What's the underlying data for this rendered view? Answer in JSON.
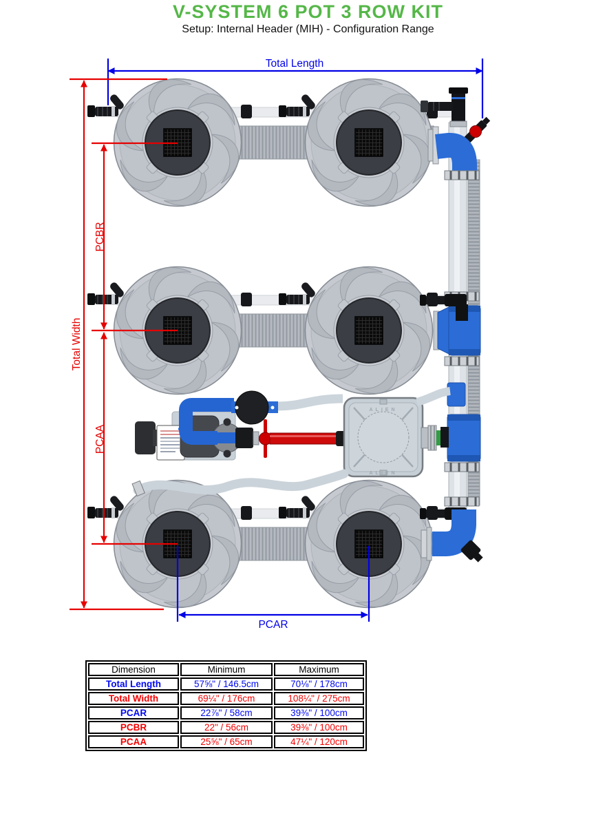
{
  "header": {
    "title": "V-SYSTEM 6 POT 3 ROW KIT",
    "subtitle": "Setup: Internal Header (MIH) - Configuration Range",
    "title_color": "#55b748"
  },
  "diagram": {
    "labels": {
      "total_length": "Total Length",
      "total_width": "Total Width",
      "pcbr": "PCBR",
      "pcaa": "PCAA",
      "pcar": "PCAR"
    },
    "tank_label": "ALIEN",
    "colors": {
      "dimension_blue": "#0000e6",
      "dimension_red": "#e60000",
      "pipe_blue": "#2b6cd6",
      "pipe_red": "#ce0a0a"
    }
  },
  "table": {
    "columns": [
      "Dimension",
      "Minimum",
      "Maximum"
    ],
    "rows": [
      {
        "dimension": "Total Length",
        "minimum": "57⅝\" / 146.5cm",
        "maximum": "70⅛\" / 178cm",
        "color": "blue"
      },
      {
        "dimension": "Total Width",
        "minimum": "69¼\" / 176cm",
        "maximum": "108¼\" / 275cm",
        "color": "red"
      },
      {
        "dimension": "PCAR",
        "minimum": "22⅞\" / 58cm",
        "maximum": "39⅜\" / 100cm",
        "color": "blue"
      },
      {
        "dimension": "PCBR",
        "minimum": "22\" / 56cm",
        "maximum": "39⅜\" / 100cm",
        "color": "red"
      },
      {
        "dimension": "PCAA",
        "minimum": "25⅝\" / 65cm",
        "maximum": "47¼\" / 120cm",
        "color": "red"
      }
    ]
  }
}
